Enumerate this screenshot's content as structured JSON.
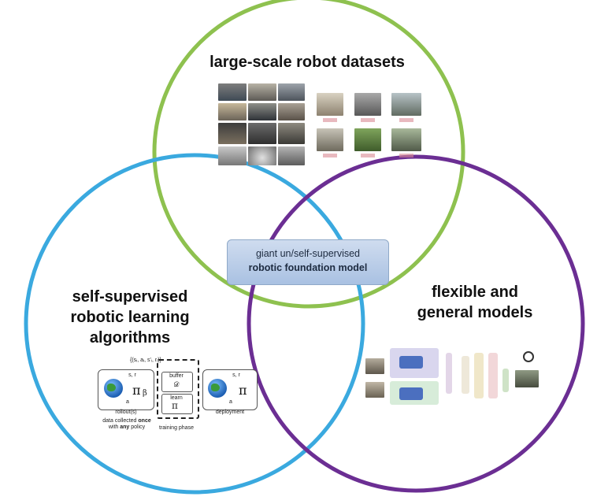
{
  "circles": {
    "top": {
      "label": "large-scale robot datasets",
      "color": "#8ec14f"
    },
    "left": {
      "label_lines": [
        "self-supervised",
        "robotic learning",
        "algorithms"
      ],
      "color": "#3aa9df"
    },
    "right": {
      "label_lines": [
        "flexible and",
        "general models"
      ],
      "color": "#6b2e93"
    }
  },
  "center": {
    "line1": "giant un/self-supervised",
    "line2": "robotic foundation model",
    "fill_top": "#cfdcef",
    "fill_bottom": "#a9c1e2"
  },
  "rl_figure": {
    "tuple_label": "{(sᵢ, aᵢ, s'ᵢ, rᵢ)}",
    "state_label": "s, r",
    "action_label": "a",
    "policy_beta": "π",
    "beta_sub": "β",
    "buffer_label": "buffer",
    "buffer_symbol": "𝒟",
    "learn_label": "learn",
    "policy_symbol": "π",
    "rollout_label": "rollout(s)",
    "deployment_label": "deployment",
    "caption_left_1": "data collected",
    "caption_left_bold_1": "once",
    "caption_left_2": "with",
    "caption_left_bold_2": "any",
    "caption_left_3": "policy",
    "caption_mid": "training phase"
  }
}
